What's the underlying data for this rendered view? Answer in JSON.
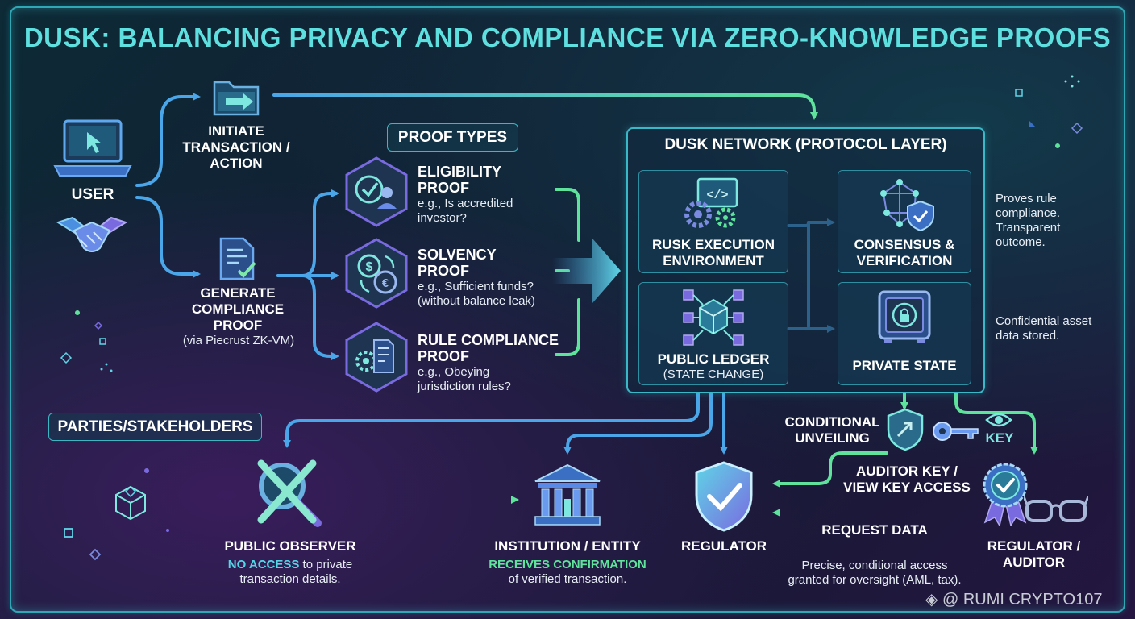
{
  "title": "DUSK: BALANCING PRIVACY AND COMPLIANCE VIA ZERO-KNOWLEDGE PROOFS",
  "user": {
    "label": "USER"
  },
  "initiate": {
    "label_l1": "INITIATE",
    "label_l2": "TRANSACTION /",
    "label_l3": "ACTION"
  },
  "generate": {
    "label_l1": "GENERATE",
    "label_l2": "COMPLIANCE",
    "label_l3": "PROOF",
    "sub": "(via Piecrust ZK-VM)"
  },
  "proof_types": {
    "header": "PROOF TYPES",
    "eligibility": {
      "title_l1": "ELIGIBILITY",
      "title_l2": "PROOF",
      "desc_l1": "e.g., Is accredited",
      "desc_l2": "investor?"
    },
    "solvency": {
      "title_l1": "SOLVENCY",
      "title_l2": "PROOF",
      "desc_l1": "e.g., Sufficient funds?",
      "desc_l2": "(without balance leak)"
    },
    "rule": {
      "title_l1": "RULE COMPLIANCE",
      "title_l2": "PROOF",
      "desc_l1": "e.g., Obeying",
      "desc_l2": "jurisdiction rules?"
    }
  },
  "network": {
    "header": "DUSK NETWORK (PROTOCOL LAYER)",
    "rusk": {
      "l1": "RUSK EXECUTION",
      "l2": "ENVIRONMENT"
    },
    "consensus": {
      "l1": "CONSENSUS &",
      "l2": "VERIFICATION"
    },
    "ledger": {
      "l1": "PUBLIC LEDGER",
      "l2": "(STATE CHANGE)"
    },
    "private": {
      "l1": "PRIVATE STATE"
    }
  },
  "notes": {
    "consensus_l1": "Proves rule",
    "consensus_l2": "compliance.",
    "consensus_l3": "Transparent",
    "consensus_l4": "outcome.",
    "private_l1": "Confidential asset",
    "private_l2": "data stored."
  },
  "parties": {
    "header": "PARTIES/STAKEHOLDERS"
  },
  "observer": {
    "label": "PUBLIC OBSERVER",
    "hl": "NO ACCESS",
    "rest": " to private",
    "l2": "transaction details."
  },
  "institution": {
    "label": "INSTITUTION / ENTITY",
    "hl": "RECEIVES CONFIRMATION",
    "l2": "of verified transaction."
  },
  "regulator": {
    "label": "REGULATOR"
  },
  "unveiling": {
    "l1": "CONDITIONAL",
    "l2": "UNVEILING"
  },
  "key": {
    "label": "KEY"
  },
  "auditor_key": {
    "l1": "AUDITOR KEY /",
    "l2": "VIEW KEY ACCESS"
  },
  "request": {
    "label": "REQUEST DATA"
  },
  "access_note": {
    "l1": "Precise, conditional access",
    "l2": "granted for oversight (AML, tax)."
  },
  "regulator_auditor": {
    "l1": "REGULATOR /",
    "l2": "AUDITOR"
  },
  "watermark": "@ RUMI CRYPTO107",
  "colors": {
    "accent_teal": "#5fe0e0",
    "arrow_blue": "#4aa6e8",
    "arrow_green": "#5fe39c",
    "box_border": "#39b9c8"
  }
}
